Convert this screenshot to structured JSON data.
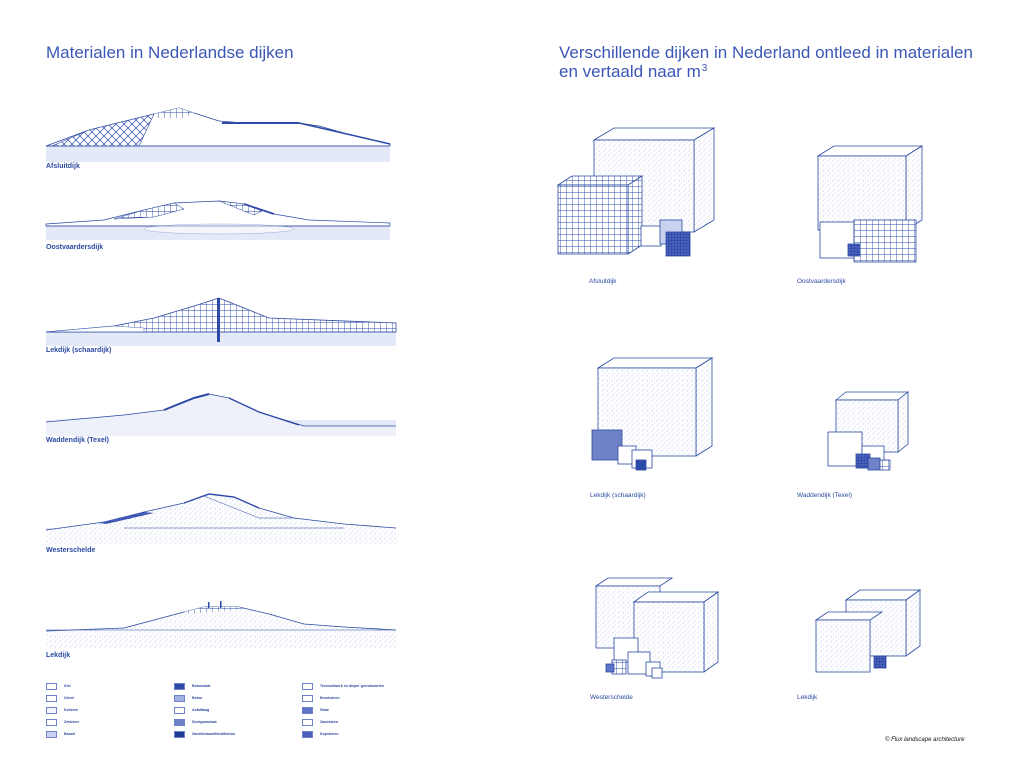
{
  "titles": {
    "left": "Materialen in Nederlandse dijken",
    "right_line1": "Verschillende dijken in Nederland ontleed in materialen",
    "right_line2": "en vertaald naar m",
    "right_sup": "3"
  },
  "sections": [
    {
      "label": "Afsluitdijk"
    },
    {
      "label": "Oostvaardersdijk"
    },
    {
      "label": "Lekdijk (schaardijk)"
    },
    {
      "label": "Waddendijk (Texel)"
    },
    {
      "label": "Westerschelde"
    },
    {
      "label": "Lekdijk"
    }
  ],
  "cube_labels": [
    "Afsluitdijk",
    "Oostvaardersdijk",
    "Lekdijk (schaardijk)",
    "Waddendijk (Texel)",
    "Westerschelde",
    "Lekdijk"
  ],
  "legend": {
    "col1": [
      "Klei",
      "Grind",
      "Keileem",
      "Zetsteen",
      "Basalt"
    ],
    "col2": [
      "Betonstaal",
      "Beton",
      "Asfaltlaag",
      "Stortgranulaat",
      "Zandlichaam/Hoofdbeton"
    ],
    "col3": [
      "Teensuitwerk en dieper grondsoorten",
      "Breuksteen",
      "Staal",
      "Zandsteen",
      "Kopstenen"
    ]
  },
  "credit": "© Flux landscape architecture",
  "colors": {
    "ink": "#2a4aa3",
    "fill_light": "#dfe6f7",
    "fill_mid": "#5f74c8",
    "fill_dark": "#2d4aa8"
  }
}
